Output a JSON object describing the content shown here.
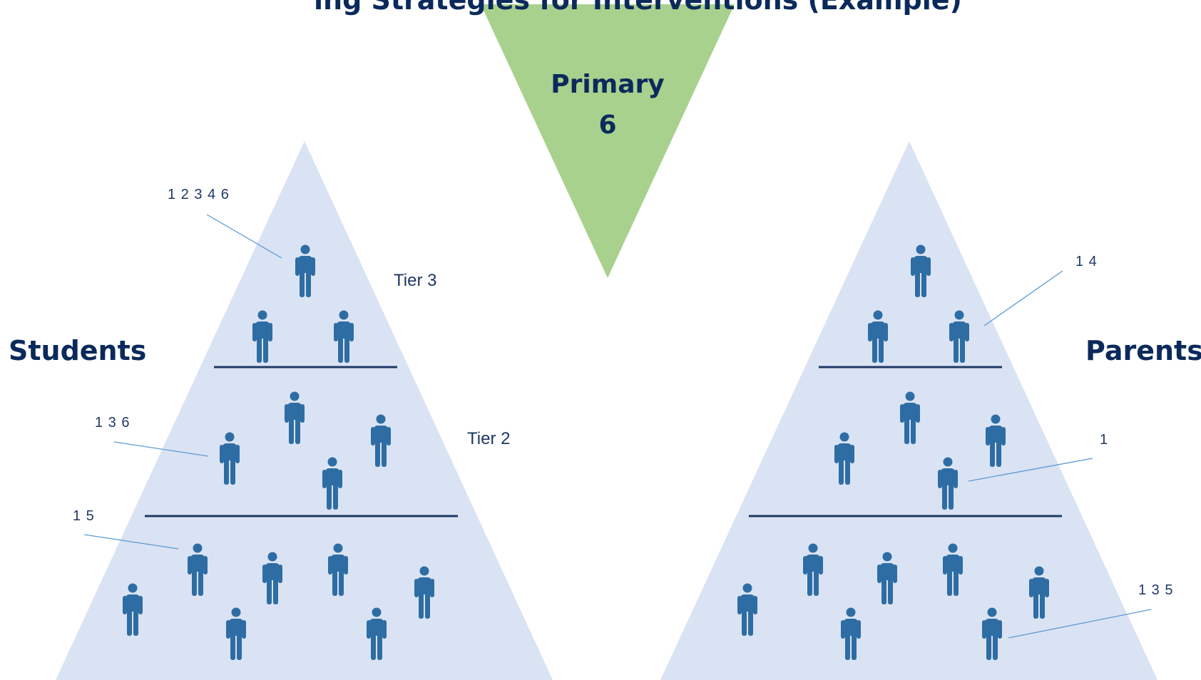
{
  "title_partial": "ing  Strategies for Interventions  (Example)",
  "primary": {
    "line1": "Primary",
    "line2": "6"
  },
  "students": {
    "label": "Students",
    "tier3_label": "Tier 3",
    "tier2_label": "Tier 2",
    "callouts": [
      "1 2 3 4 6",
      "1 3 6",
      "1 5"
    ]
  },
  "parents": {
    "label": "Parents",
    "callouts": [
      "1 4",
      "1",
      "1 3 5"
    ]
  },
  "colors": {
    "pyramid_fill": "#dae3f3",
    "person": "#2e6da4",
    "divider": "#1f3864",
    "primary_triangle": "#a9d18e",
    "text": "#0b2a5b"
  }
}
